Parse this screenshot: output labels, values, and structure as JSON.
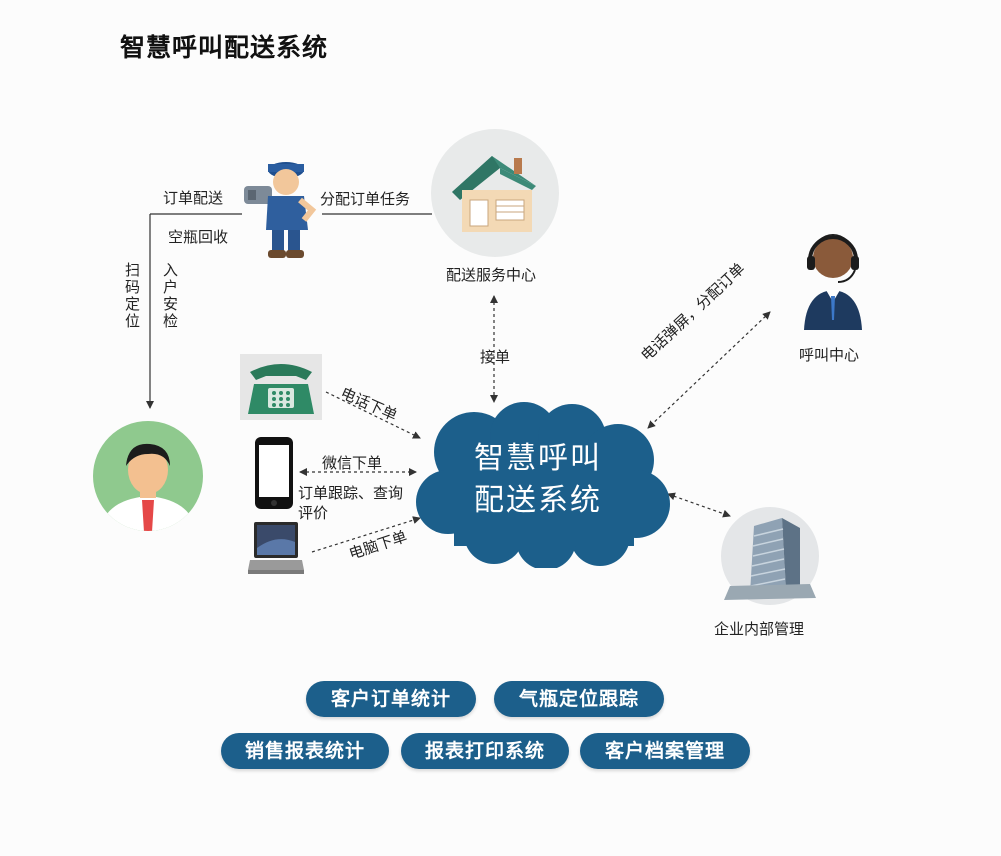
{
  "title": "智慧呼叫配送系统",
  "center": {
    "line1": "智慧呼叫",
    "line2": "配送系统"
  },
  "nodes": {
    "service_center": "配送服务中心",
    "call_center": "呼叫中心",
    "internal_mgmt": "企业内部管理"
  },
  "edges": {
    "order_delivery": "订单配送",
    "bottle_recycle": "空瓶回收",
    "assign_task": "分配订单任务",
    "scan_locate": "扫码定位",
    "home_check": "入户安检",
    "accept_order": "接单",
    "popup_assign": "电话弹屏，分配订单",
    "phone_order": "电话下单",
    "wechat_order": "微信下单",
    "track_line1": "订单跟踪、查询",
    "track_line2": "评价",
    "pc_order": "电脑下单"
  },
  "features": {
    "customer_order_stats": "客户订单统计",
    "cylinder_tracking": "气瓶定位跟踪",
    "sales_report": "销售报表统计",
    "report_print": "报表打印系统",
    "customer_archive": "客户档案管理"
  },
  "colors": {
    "cloud": "#1c5f8b",
    "pill": "#1c5f8b"
  },
  "icons": [
    "delivery-man-icon",
    "house-icon",
    "call-center-agent-icon",
    "customer-avatar-icon",
    "telephone-icon",
    "smartphone-icon",
    "laptop-icon",
    "office-building-icon"
  ]
}
